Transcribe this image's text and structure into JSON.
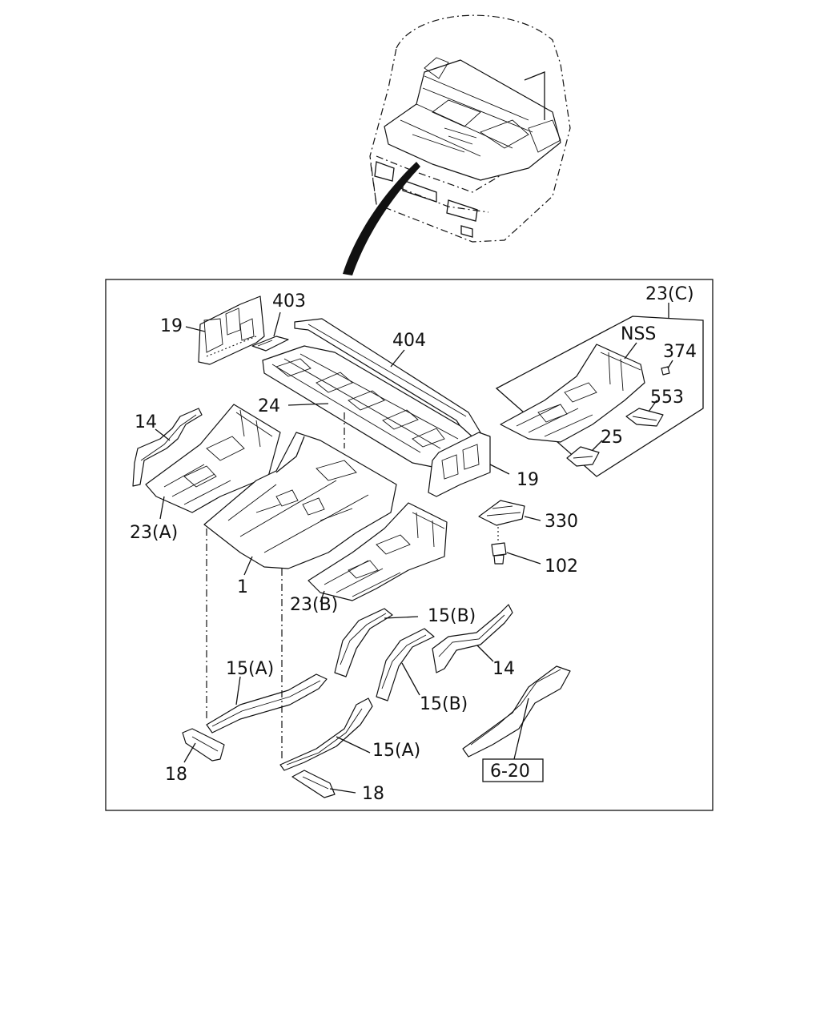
{
  "diagram": {
    "callouts": {
      "p403": "403",
      "p404": "404",
      "p19_top": "19",
      "p19_right": "19",
      "p24": "24",
      "p14_left": "14",
      "p14_right": "14",
      "p23a": "23(A)",
      "p23b": "23(B)",
      "p23c": "23(C)",
      "nss": "NSS",
      "p374": "374",
      "p553": "553",
      "p25": "25",
      "p330": "330",
      "p102": "102",
      "p1": "1",
      "p15b_top": "15(B)",
      "p15b_mid": "15(B)",
      "p15a_left": "15(A)",
      "p15a_right": "15(A)",
      "p18_left": "18",
      "p18_right": "18",
      "ref_6_20": "6-20"
    }
  }
}
